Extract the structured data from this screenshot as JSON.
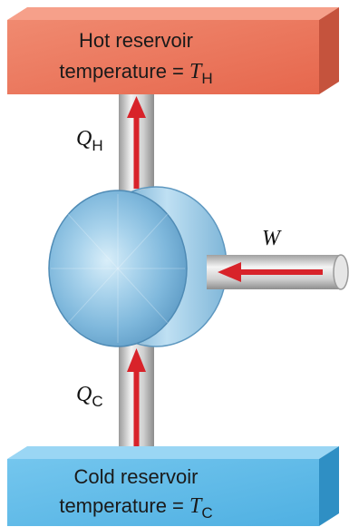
{
  "hot_reservoir": {
    "line1": "Hot reservoir",
    "line2_prefix": "temperature = ",
    "symbol": "T",
    "subscript": "H",
    "color": "#e8735a"
  },
  "cold_reservoir": {
    "line1": "Cold reservoir",
    "line2_prefix": "temperature = ",
    "symbol": "T",
    "subscript": "C",
    "color": "#5cb8e6"
  },
  "labels": {
    "q_hot_symbol": "Q",
    "q_hot_sub": "H",
    "q_cold_symbol": "Q",
    "q_cold_sub": "C",
    "work": "W"
  },
  "colors": {
    "arrow": "#d8232a",
    "pipe": "#d4d4d4",
    "engine": "#8fc6e6"
  }
}
